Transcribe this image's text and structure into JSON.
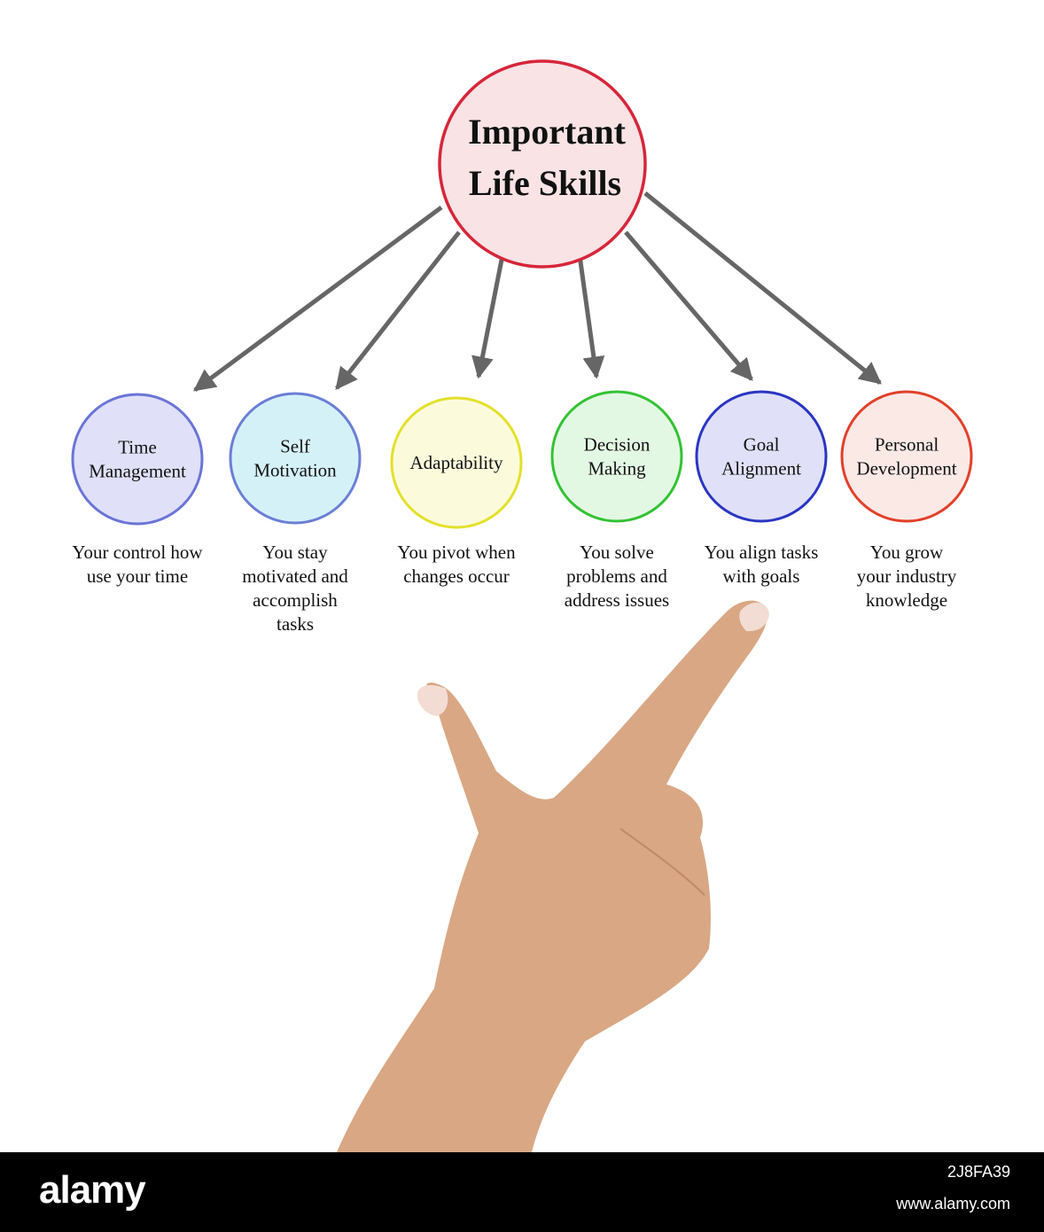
{
  "diagram": {
    "center": {
      "title_lines": [
        "Important",
        "Life Skills"
      ],
      "fill": "#f9e3e5",
      "stroke": "#d6263a"
    },
    "arrow_color": "#666666",
    "skills": [
      {
        "label_lines": [
          "Time",
          "Management"
        ],
        "description_lines": [
          "Your control how",
          "use your time"
        ],
        "fill": "#e0e0f8",
        "stroke": "#6b74d6"
      },
      {
        "label_lines": [
          "Self",
          "Motivation"
        ],
        "description_lines": [
          "You stay",
          "motivated and",
          "accomplish",
          "tasks"
        ],
        "fill": "#d5f1f8",
        "stroke": "#6b7ed6"
      },
      {
        "label_lines": [
          "Adaptability"
        ],
        "description_lines": [
          "You pivot when",
          "changes occur"
        ],
        "fill": "#fbfbdc",
        "stroke": "#e3e02a"
      },
      {
        "label_lines": [
          "Decision",
          "Making"
        ],
        "description_lines": [
          "You solve",
          "problems and",
          "address issues"
        ],
        "fill": "#e3f8e3",
        "stroke": "#33c233"
      },
      {
        "label_lines": [
          "Goal",
          "Alignment"
        ],
        "description_lines": [
          "You align tasks",
          "with goals"
        ],
        "fill": "#e0e0f8",
        "stroke": "#2a35c2"
      },
      {
        "label_lines": [
          "Personal",
          "Development"
        ],
        "description_lines": [
          "You grow",
          "your industry",
          "knowledge"
        ],
        "fill": "#fbe9e6",
        "stroke": "#e2402a"
      }
    ]
  },
  "footer": {
    "logo": "alamy",
    "image_id": "2J8FA39",
    "url": "www.alamy.com"
  },
  "colors": {
    "skin": "#d9a784",
    "skin_shadow": "#c08a66",
    "nail": "#f2dcd3"
  }
}
